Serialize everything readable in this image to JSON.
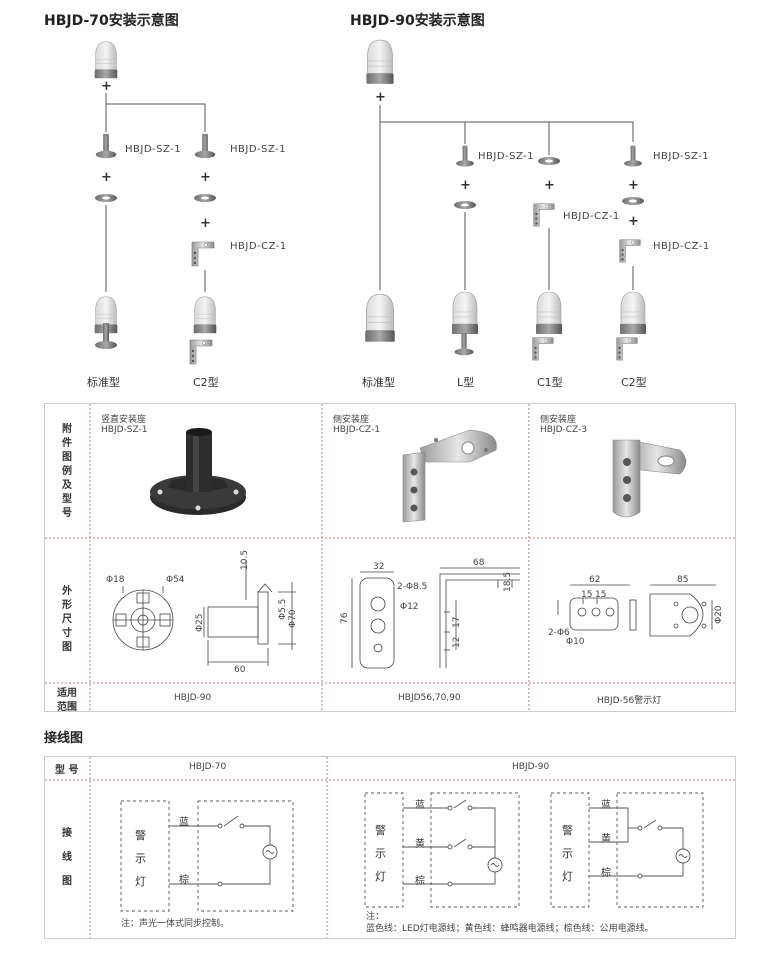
{
  "install": {
    "h70_title": "HBJD-70安装示意图",
    "h90_title": "HBJD-90安装示意图",
    "plus": "+",
    "parts": {
      "sz1": "HBJD-SZ-1",
      "cz1": "HBJD-CZ-1"
    },
    "captions": {
      "std": "标准型",
      "c2": "C2型",
      "l": "L型",
      "c1": "C1型"
    }
  },
  "accessory_table": {
    "row_headers": {
      "figures": "附件图例及型号",
      "dims": "外形尺寸图",
      "apply": "适用范围"
    },
    "cols": [
      {
        "name": "竖直安装座",
        "model": "HBJD-SZ-1",
        "apply": "HBJD-90",
        "dims": [
          "Φ18",
          "Φ54",
          "10.5",
          "Φ25",
          "Φ5.5",
          "Φ70",
          "60"
        ]
      },
      {
        "name": "侧安装座",
        "model": "HBJD-CZ-1",
        "apply": "HBJD56,70,90",
        "dims": [
          "32",
          "68",
          "2-Φ8.5",
          "Φ12",
          "18.5",
          "76",
          "17",
          "12"
        ]
      },
      {
        "name": "侧安装座",
        "model": "HBJD-CZ-3",
        "apply": "HBJD-56警示灯",
        "dims": [
          "62",
          "85",
          "15",
          "15",
          "2-Φ6",
          "Φ10",
          "Φ20"
        ]
      }
    ]
  },
  "wiring": {
    "title": "接线图",
    "model_header": "型 号",
    "wiring_header": "接线图",
    "h70": "HBJD-70",
    "h90": "HBJD-90",
    "lamp": [
      "警",
      "示",
      "灯"
    ],
    "blue": "蓝",
    "yellow": "黄",
    "brown": "棕",
    "note70": "注：声光一体式同步控制。",
    "note90_1": "注：",
    "note90_2": "蓝色线：LED灯电源线；黄色线：蜂鸣器电源线；棕色线：公用电源线。"
  }
}
